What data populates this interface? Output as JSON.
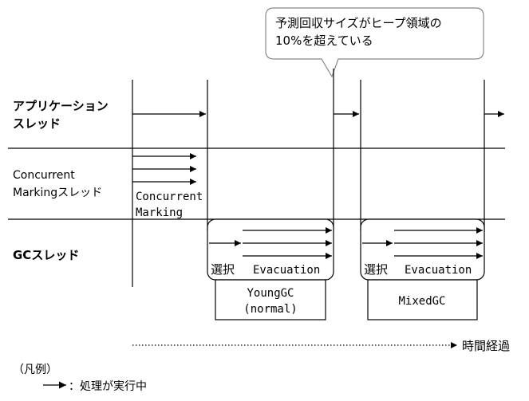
{
  "callout": {
    "line1": "予測回収サイズがヒープ領域の",
    "line2": "10%を超えている"
  },
  "lanes": {
    "app": {
      "line1": "アプリケーション",
      "line2": "スレッド"
    },
    "cm": {
      "line1": "Concurrent",
      "line2": "Markingスレッド"
    },
    "gc": {
      "label": "GCスレッド"
    }
  },
  "cm_phase": {
    "line1": "Concurrent",
    "line2": "Marking"
  },
  "young_gc": {
    "select": "選択",
    "evac": "Evacuation",
    "box_line1": "YoungGC",
    "box_line2": "(normal)"
  },
  "mixed_gc": {
    "select": "選択",
    "evac": "Evacuation",
    "box": "MixedGC"
  },
  "time_axis": {
    "label": "時間経過"
  },
  "legend": {
    "title": "（凡例）",
    "desc": "：処理が実行中"
  }
}
